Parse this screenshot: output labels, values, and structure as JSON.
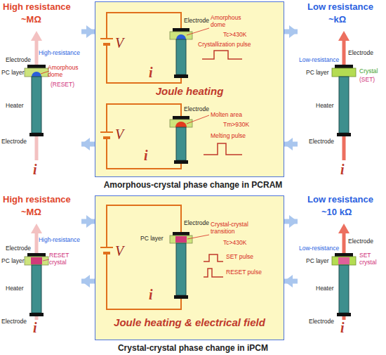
{
  "diagram": {
    "nodes": [
      {
        "text": [
          "High resistance",
          "~MΩ",
          "High-resistance",
          "Electrode",
          "PC layer",
          "Amorphous dome",
          "(RESET)",
          "Heater",
          "Electrode",
          "i"
        ]
      },
      {
        "text": [
          "Electrode",
          "Amorphous dome",
          "Tc>430K",
          "Crystallization pulse",
          "V",
          "i",
          "Joule heating",
          "Electrode",
          "Molten area",
          "Tm>930K",
          "Melting pulse",
          "V",
          "i"
        ]
      },
      {
        "text": [
          "Low resistance",
          "~kΩ",
          "Electrode",
          "Low-resistance",
          "PC layer",
          "Crystal",
          "(SET)",
          "Heater",
          "Electrode",
          "i"
        ]
      },
      {
        "text": [
          "High resistance",
          "~MΩ",
          "High-resistance",
          "Electrode",
          "PC layer",
          "RESET crystal",
          "Heater",
          "Electrode",
          "i"
        ]
      },
      {
        "text": [
          "Electrode",
          "PC layer",
          "Crystal-crystal transition",
          "Tc>430K",
          "SET pulse",
          "RESET pulse",
          "V",
          "i",
          "Joule heating & electrical field"
        ]
      },
      {
        "text": [
          "Low resistance",
          "~10 kΩ",
          "Electrode",
          "Low-resistance",
          "PC layer",
          "SET crystal",
          "Heater",
          "Electrode",
          "i"
        ]
      }
    ],
    "edges": [
      {
        "from": 0,
        "to": 1,
        "arrow": "to"
      },
      {
        "from": 1,
        "to": 2,
        "arrow": "to"
      },
      {
        "from": 2,
        "to": 1,
        "arrow": "to"
      },
      {
        "from": 1,
        "to": 0,
        "arrow": "to"
      },
      {
        "from": 3,
        "to": 4,
        "arrow": "to"
      },
      {
        "from": 4,
        "to": 5,
        "arrow": "to"
      },
      {
        "from": 5,
        "to": 4,
        "arrow": "to"
      },
      {
        "from": 4,
        "to": 3,
        "arrow": "to"
      }
    ],
    "labels": [
      "Amorphous-crystal phase change in PCRAM",
      "Crystal-crystal phase change in iPCM"
    ]
  }
}
